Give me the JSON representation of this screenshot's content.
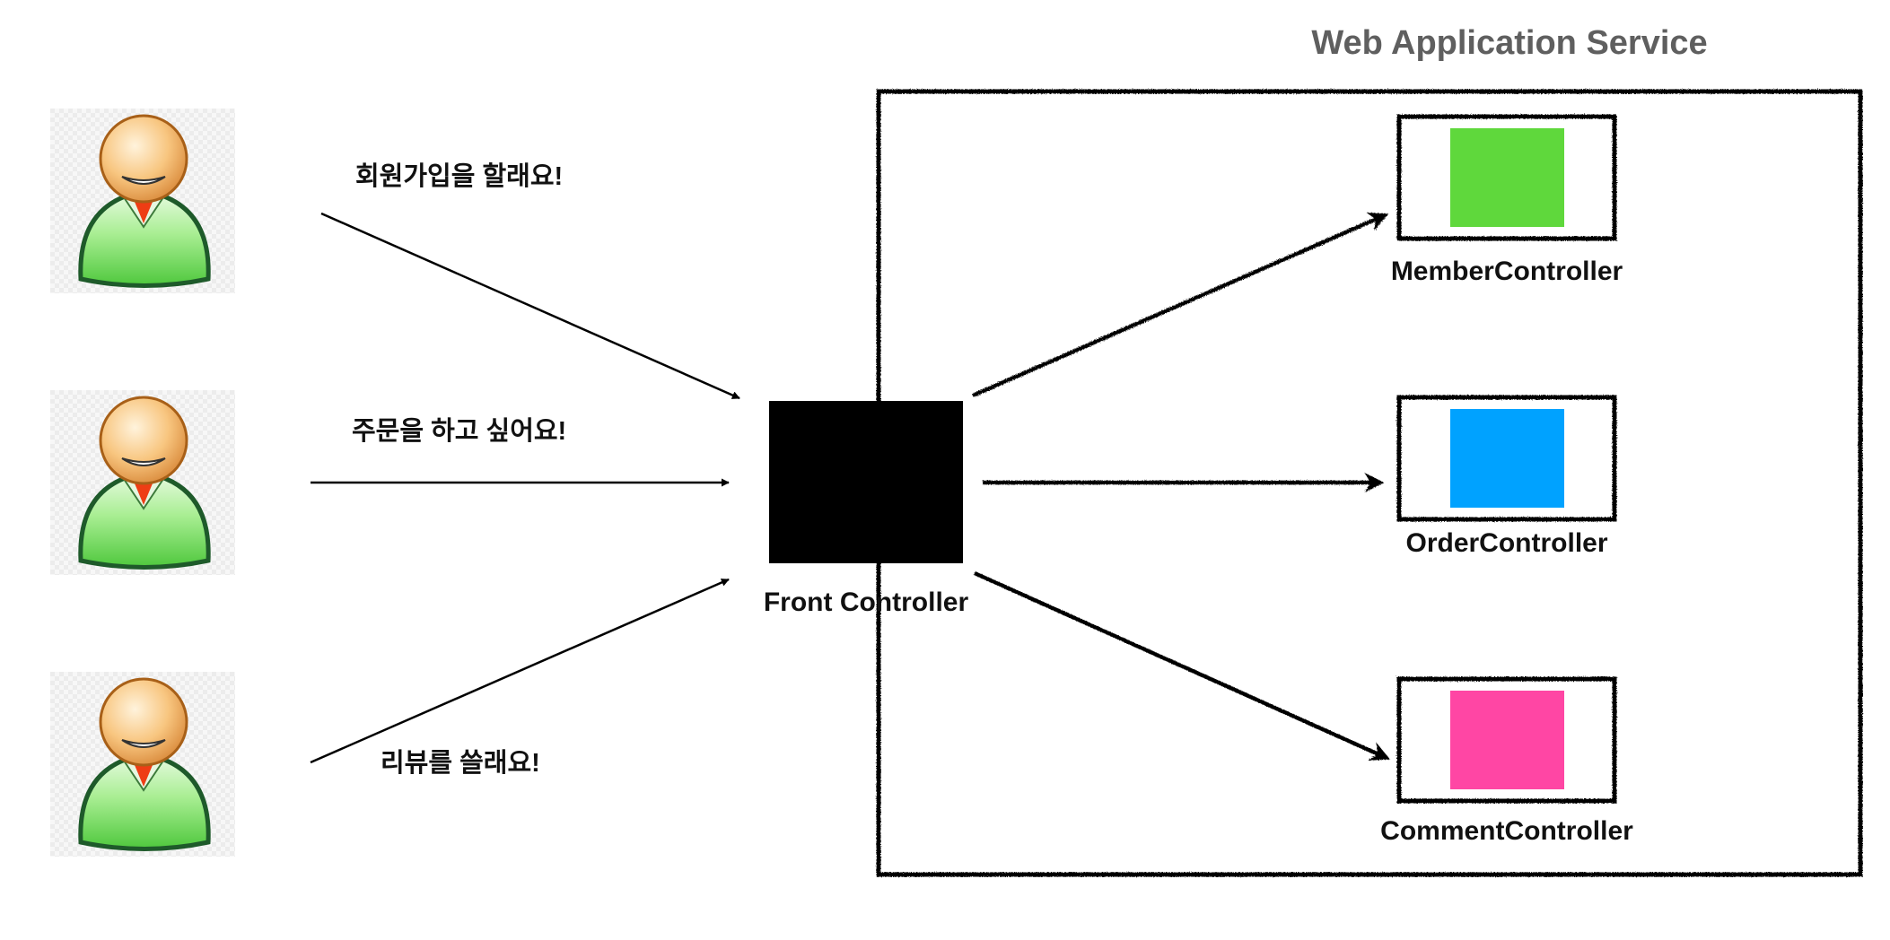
{
  "diagram": {
    "service_title": "Web Application Service",
    "front_controller": {
      "label": "Front Controller",
      "color": "#000000"
    },
    "requests": [
      {
        "user": "user-1",
        "message": "회원가입을 할래요!"
      },
      {
        "user": "user-2",
        "message": "주문을 하고 싶어요!"
      },
      {
        "user": "user-3",
        "message": "리뷰를 쓸래요!"
      }
    ],
    "controllers": [
      {
        "name": "MemberController",
        "color": "#5fd83c"
      },
      {
        "name": "OrderController",
        "color": "#00a2ff"
      },
      {
        "name": "CommentController",
        "color": "#ff46a4"
      }
    ],
    "colors": {
      "user_body": "#7ee06b",
      "user_outline": "#1e5a2a",
      "user_head": "#f7c27a",
      "user_tie": "#ee3d14"
    }
  }
}
